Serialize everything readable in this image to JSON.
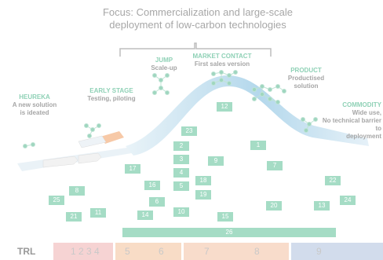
{
  "title_line1": "Focus: Commercialization and large-scale",
  "title_line2": "deployment of low-carbon technologies",
  "stages": {
    "heureka": {
      "name": "HEUREKA",
      "desc1": "A new solution",
      "desc2": "is ideated"
    },
    "early": {
      "name": "EARLY STAGE",
      "desc1": "Testing, piloting"
    },
    "jump": {
      "name": "JUMP",
      "desc1": "Scale-up"
    },
    "market": {
      "name": "MARKET CONTACT",
      "desc1": "First sales version"
    },
    "product": {
      "name": "PRODUCT",
      "desc1": "Productised",
      "desc2": "solution"
    },
    "commodity": {
      "name": "COMMODITY",
      "desc1": "Wide use,",
      "desc2": "No technical barrier",
      "desc3": "to",
      "desc4": "deployment"
    }
  },
  "boxes": [
    "1",
    "2",
    "3",
    "4",
    "5",
    "6",
    "7",
    "8",
    "9",
    "10",
    "11",
    "12",
    "13",
    "14",
    "15",
    "16",
    "17",
    "18",
    "19",
    "20",
    "21",
    "22",
    "23",
    "24",
    "25"
  ],
  "bar26": "26",
  "trl": {
    "label": "TRL",
    "r1": "1 2 3 4",
    "r5": "5",
    "r6": "6",
    "r7": "7",
    "r8": "8",
    "r9": "9"
  },
  "colors": {
    "accent_green": "#a5dcc5",
    "curve_blue": "#b9dbee",
    "trl_pink": "#f6d3d3",
    "trl_orange": "#f8dcc6",
    "trl_blue": "#d2dcec"
  }
}
